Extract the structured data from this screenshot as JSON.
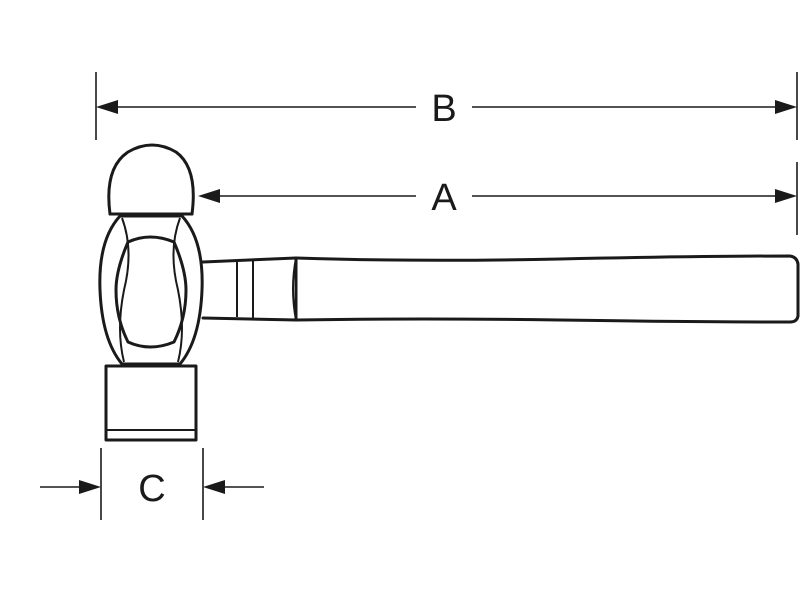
{
  "dimensions": {
    "overall_length_label": "B",
    "handle_length_label": "A",
    "face_width_label": "C"
  },
  "colors": {
    "line": "#1a1a1a",
    "background": "#ffffff"
  }
}
